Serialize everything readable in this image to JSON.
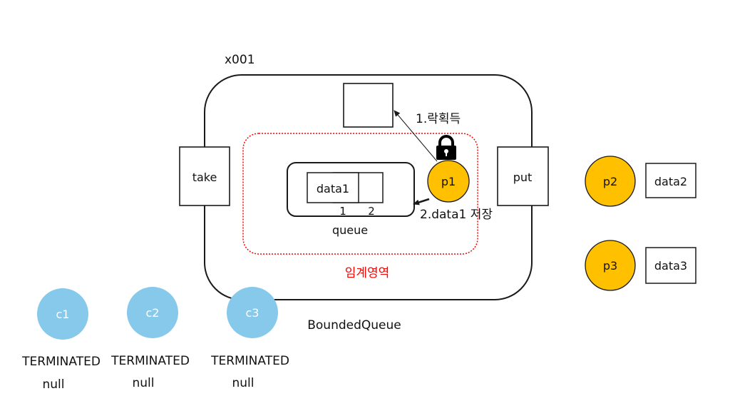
{
  "address": "x001",
  "bounded_queue": {
    "name": "BoundedQueue",
    "take_label": "take",
    "put_label": "put",
    "critical_section_label": "임계영역",
    "critical_section_color": "#ff0000",
    "queue": {
      "label": "queue",
      "slots": [
        {
          "index_label": "1",
          "value": "data1"
        },
        {
          "index_label": "2",
          "value": ""
        }
      ]
    },
    "step1_label": "1.락획득",
    "step2_label": "2.data1 저장",
    "lock_icon": "lock-icon"
  },
  "producers": [
    {
      "name": "p1",
      "data": "data1"
    },
    {
      "name": "p2",
      "data": "data2"
    },
    {
      "name": "p3",
      "data": "data3"
    }
  ],
  "consumers": [
    {
      "name": "c1",
      "state": "TERMINATED",
      "value": "null"
    },
    {
      "name": "c2",
      "state": "TERMINATED",
      "value": "null"
    },
    {
      "name": "c3",
      "state": "TERMINATED",
      "value": "null"
    }
  ],
  "colors": {
    "producer": "#ffc000",
    "consumer": "#87c9eb",
    "border": "#1a1a1a"
  }
}
